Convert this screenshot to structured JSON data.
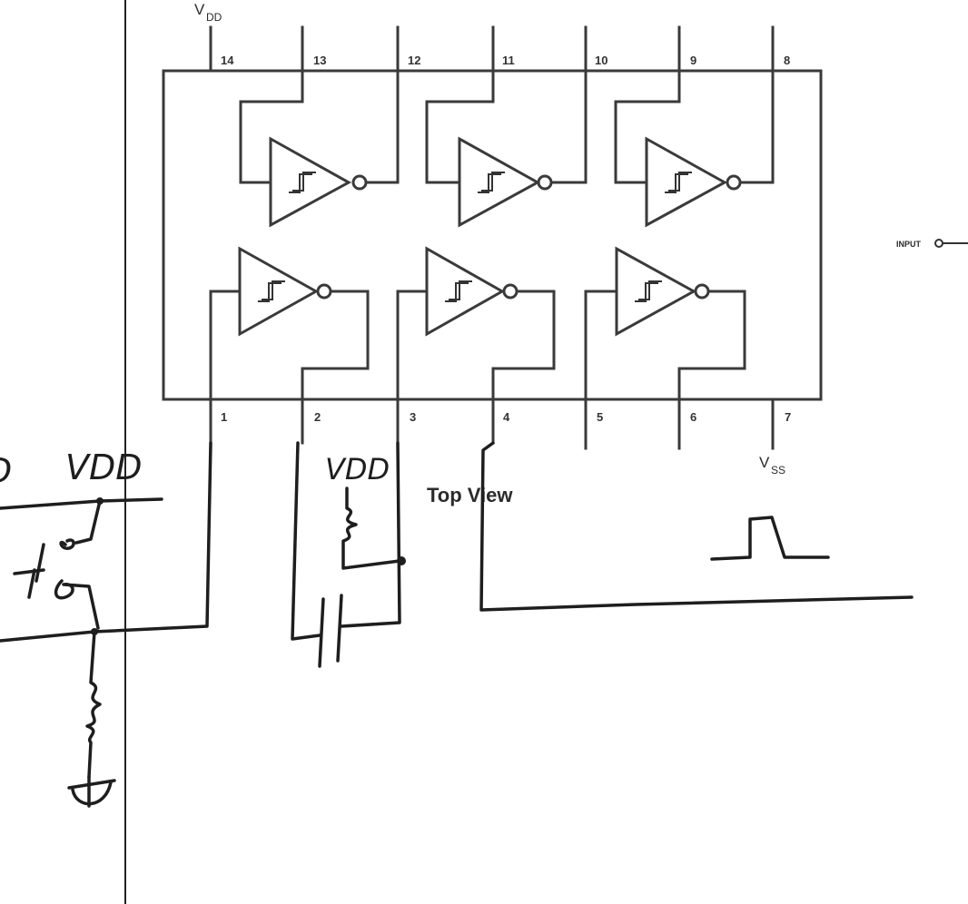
{
  "ic": {
    "supply_top": "V",
    "supply_top_sub": "DD",
    "supply_bottom": "V",
    "supply_bottom_sub": "SS",
    "view_label": "Top View",
    "input_label": "INPUT",
    "pins_top": [
      "14",
      "13",
      "12",
      "11",
      "10",
      "9",
      "8"
    ],
    "pins_bottom": [
      "1",
      "2",
      "3",
      "4",
      "5",
      "6",
      "7"
    ]
  },
  "handwritten": {
    "vdd_left": "VDD",
    "vdd_left_fragment": "D",
    "vdd_mid": "VDD"
  }
}
